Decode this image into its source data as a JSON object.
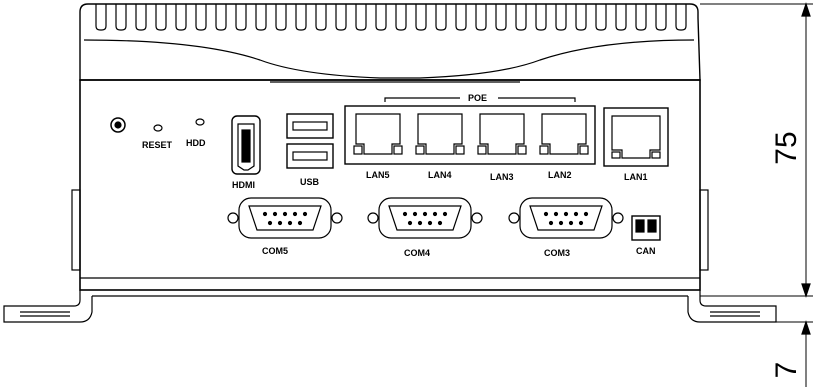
{
  "labels": {
    "reset": "RESET",
    "hdd": "HDD",
    "hdmi": "HDMI",
    "usb": "USB",
    "poe": "POE",
    "lan5": "LAN5",
    "lan4": "LAN4",
    "lan3": "LAN3",
    "lan2": "LAN2",
    "lan1": "LAN1",
    "com5": "COM5",
    "com4": "COM4",
    "com3": "COM3",
    "can": "CAN"
  },
  "dimensions": {
    "height": "75",
    "foot": "7"
  }
}
